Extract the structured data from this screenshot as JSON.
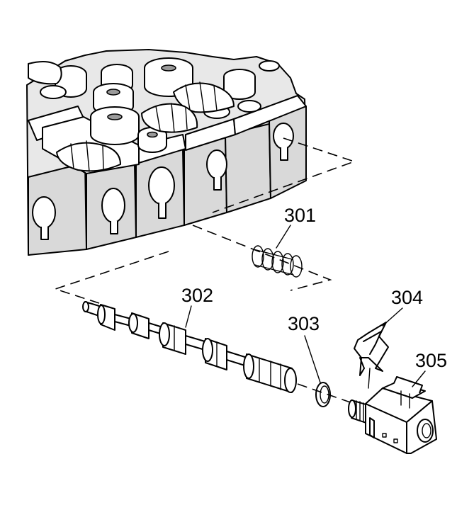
{
  "callouts": {
    "spring": "301",
    "valve": "302",
    "o_ring": "303",
    "clip": "304",
    "solenoid": "305"
  }
}
